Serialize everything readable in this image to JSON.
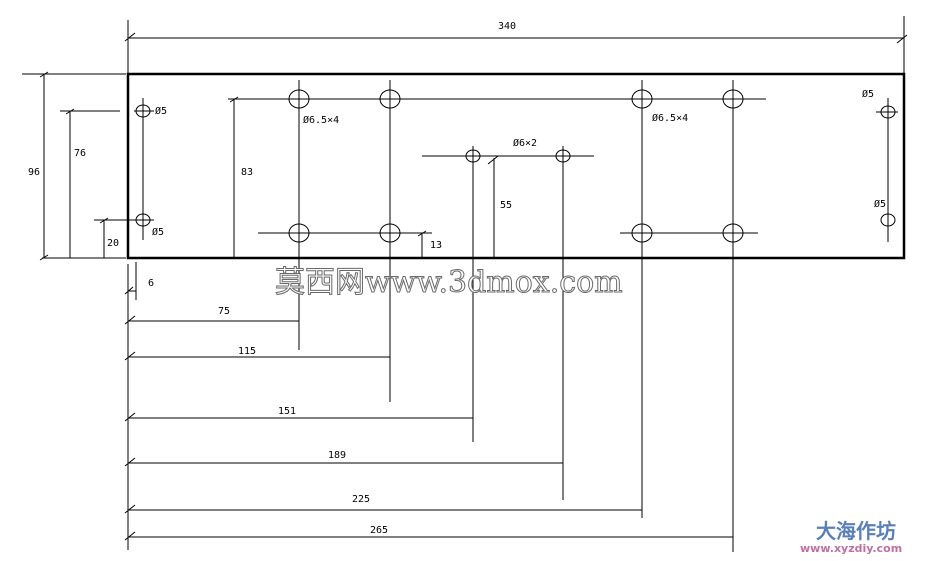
{
  "dimensions": {
    "overall_width": "340",
    "overall_height": "96",
    "left_hole_height": "76",
    "bottom_hole_height": "20",
    "main_hole_height": "83",
    "bottom_row_offset": "13",
    "center_hole_height": "55",
    "edge_offset": "6",
    "x_75": "75",
    "x_115": "115",
    "x_151": "151",
    "x_189": "189",
    "x_225": "225",
    "x_265": "265"
  },
  "labels": {
    "hole_left_top": "Ø5",
    "hole_left_bottom": "Ø5",
    "hole_right_top": "Ø5",
    "hole_right_bottom": "Ø5",
    "group_left": "Ø6.5×4",
    "group_right": "Ø6.5×4",
    "group_center": "Ø6×2"
  },
  "watermarks": {
    "main": "莫西网www.3dmox.com",
    "corner_cn": "大海作坊",
    "corner_url": "www.xyzdiy.com"
  }
}
